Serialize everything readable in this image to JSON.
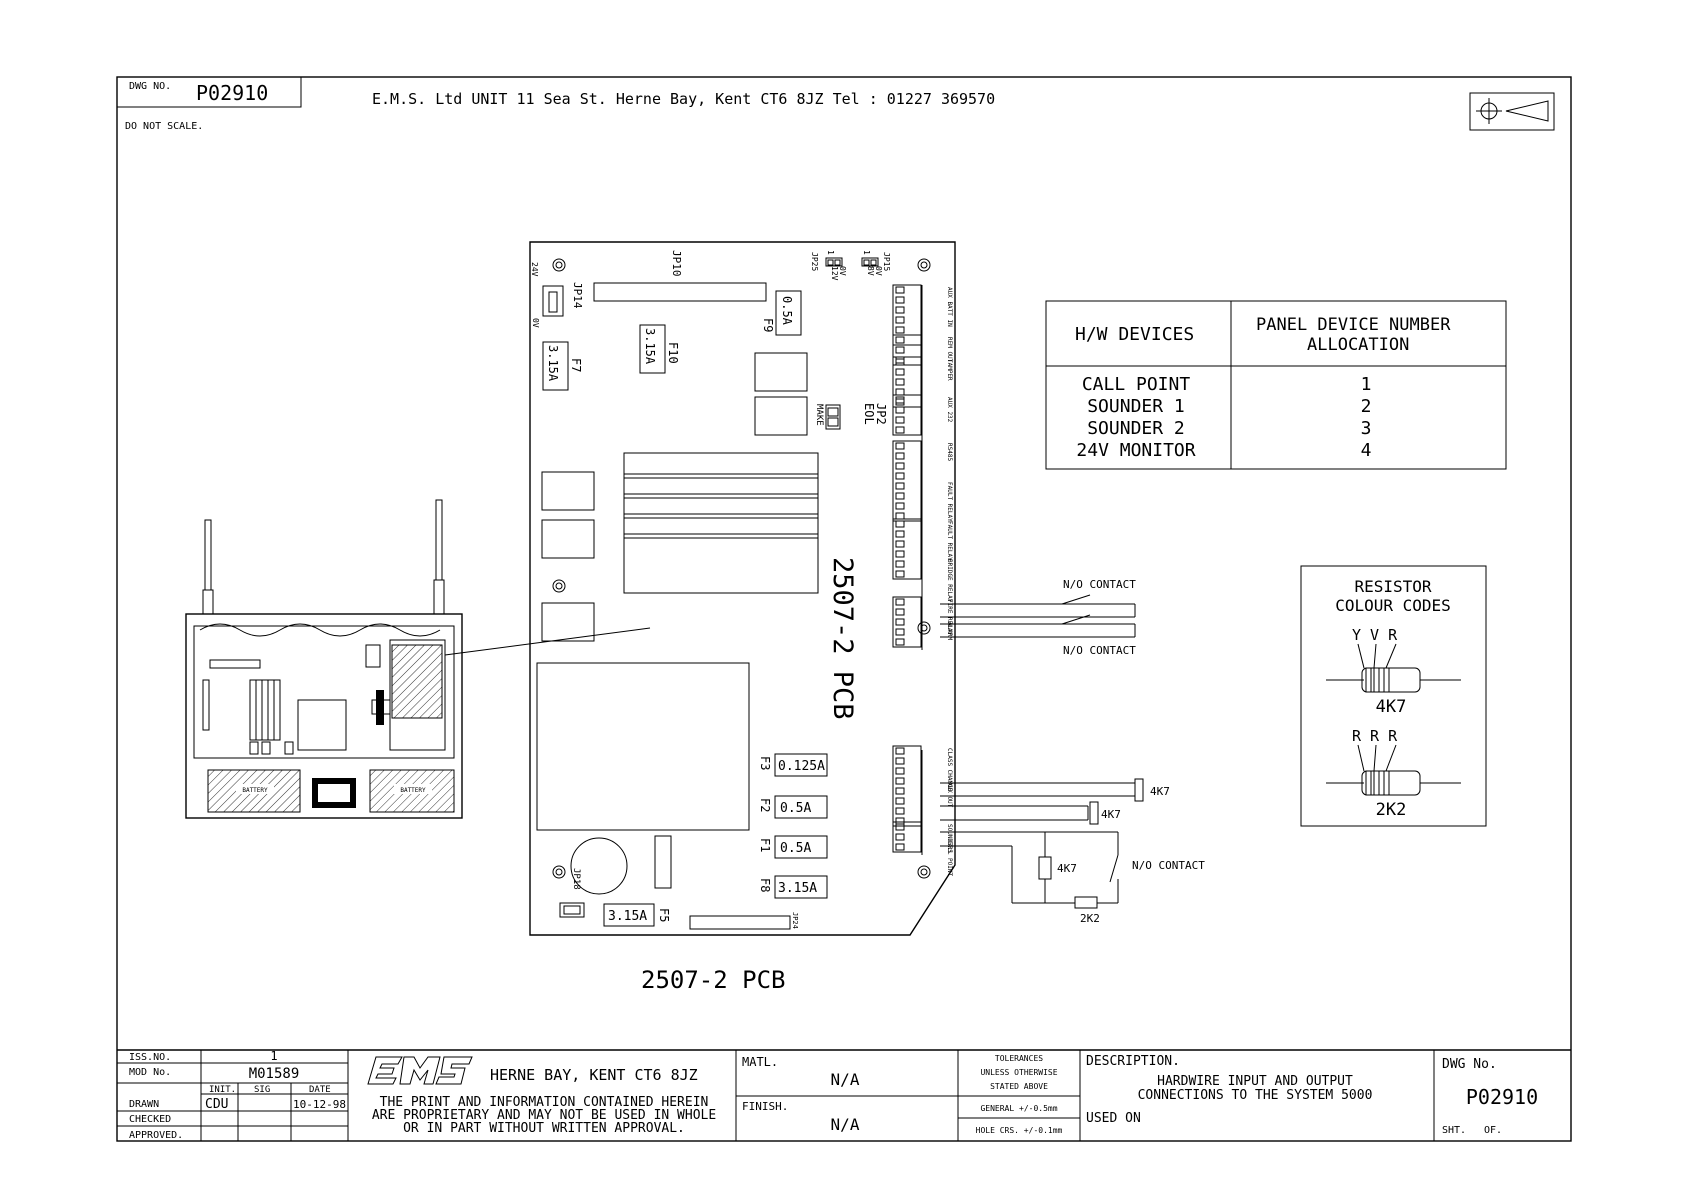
{
  "header": {
    "dwg_label": "DWG NO.",
    "dwg_no": "P02910",
    "do_not_scale": "DO NOT SCALE.",
    "company_line": "E.M.S. Ltd UNIT 11 Sea St. Herne Bay, Kent CT6 8JZ Tel : 01227 369570"
  },
  "pcb": {
    "name": "2507-2 PCB",
    "jumpers": [
      "JP10",
      "JP14",
      "JP15",
      "JP25",
      "JP2",
      "EOL",
      "MAKE",
      "JP18",
      "JP24"
    ],
    "jp14_labels": [
      "24V",
      "0V"
    ],
    "jp15_labels": [
      "1",
      "0V",
      "8V"
    ],
    "jp25_labels": [
      "1",
      "0V",
      "12V"
    ],
    "fuses": [
      {
        "id": "F9",
        "rating": "0.5A"
      },
      {
        "id": "F10",
        "rating": "3.15A"
      },
      {
        "id": "F7",
        "rating": "3.15A"
      },
      {
        "id": "F3",
        "rating": "0.125A"
      },
      {
        "id": "F2",
        "rating": "0.5A"
      },
      {
        "id": "F1",
        "rating": "0.5A"
      },
      {
        "id": "F8",
        "rating": "3.15A"
      },
      {
        "id": "F5",
        "rating": "3.15A"
      }
    ],
    "terminal_groups": [
      "AUX BATT IN",
      "REM OUT",
      "TAMPER",
      "AUX 232",
      "RS485",
      "FAULT RELAY",
      "FAULT RELAY",
      "BRIDGE RELAY",
      "FIRE RELAY",
      "ALARM",
      "CLASS CHANGE",
      "AUX OUT",
      "SOUNDERS",
      "CALL POINT"
    ]
  },
  "wiring": {
    "contact_top": "N/O CONTACT",
    "contact_bottom": "N/O CONTACT",
    "sounder_eol_1": "4K7",
    "sounder_eol_2": "4K7",
    "cp_resistor_a": "4K7",
    "cp_resistor_b": "2K2",
    "cp_contact": "N/O CONTACT"
  },
  "device_table": {
    "headers": [
      "H/W DEVICES",
      "PANEL DEVICE NUMBER ALLOCATION"
    ],
    "rows": [
      {
        "device": "CALL POINT",
        "number": "1"
      },
      {
        "device": "SOUNDER 1",
        "number": "2"
      },
      {
        "device": "SOUNDER 2",
        "number": "3"
      },
      {
        "device": "24V MONITOR",
        "number": "4"
      }
    ]
  },
  "resistor_codes": {
    "title_line1": "RESISTOR",
    "title_line2": "COLOUR CODES",
    "r1_bands": "Y V R",
    "r1_value": "4K7",
    "r2_bands": "R R R",
    "r2_value": "2K2"
  },
  "enclosure": {
    "battery_label_1": "BATTERY",
    "battery_label_2": "BATTERY"
  },
  "title_block": {
    "iss_no_label": "ISS.NO.",
    "iss_no": "1",
    "mod_no_label": "MOD No.",
    "mod_no": "M01589",
    "col_init": "INIT.",
    "col_sig": "SIG",
    "col_date": "DATE",
    "drawn_label": "DRAWN",
    "drawn_init": "CDU",
    "drawn_date": "10-12-98",
    "checked_label": "CHECKED",
    "approved_label": "APPROVED.",
    "location": "HERNE BAY, KENT CT6 8JZ",
    "notice_line1": "THE PRINT AND INFORMATION CONTAINED HEREIN",
    "notice_line2": "ARE PROPRIETARY AND MAY NOT BE USED IN WHOLE",
    "notice_line3": "OR IN PART WITHOUT WRITTEN APPROVAL.",
    "matl_label": "MATL.",
    "matl_value": "N/A",
    "finish_label": "FINISH.",
    "finish_value": "N/A",
    "tol_line1": "TOLERANCES",
    "tol_line2": "UNLESS OTHERWISE",
    "tol_line3": "STATED ABOVE",
    "tol_general": "GENERAL +/-0.5mm",
    "tol_hole": "HOLE CRS. +/-0.1mm",
    "description_label": "DESCRIPTION.",
    "description_line1": "HARDWIRE INPUT AND OUTPUT",
    "description_line2": "CONNECTIONS TO THE SYSTEM 5000",
    "used_on_label": "USED ON",
    "dwg_no_label": "DWG No.",
    "dwg_no": "P02910",
    "sheet_label": "SHT.",
    "of_label": "OF."
  }
}
